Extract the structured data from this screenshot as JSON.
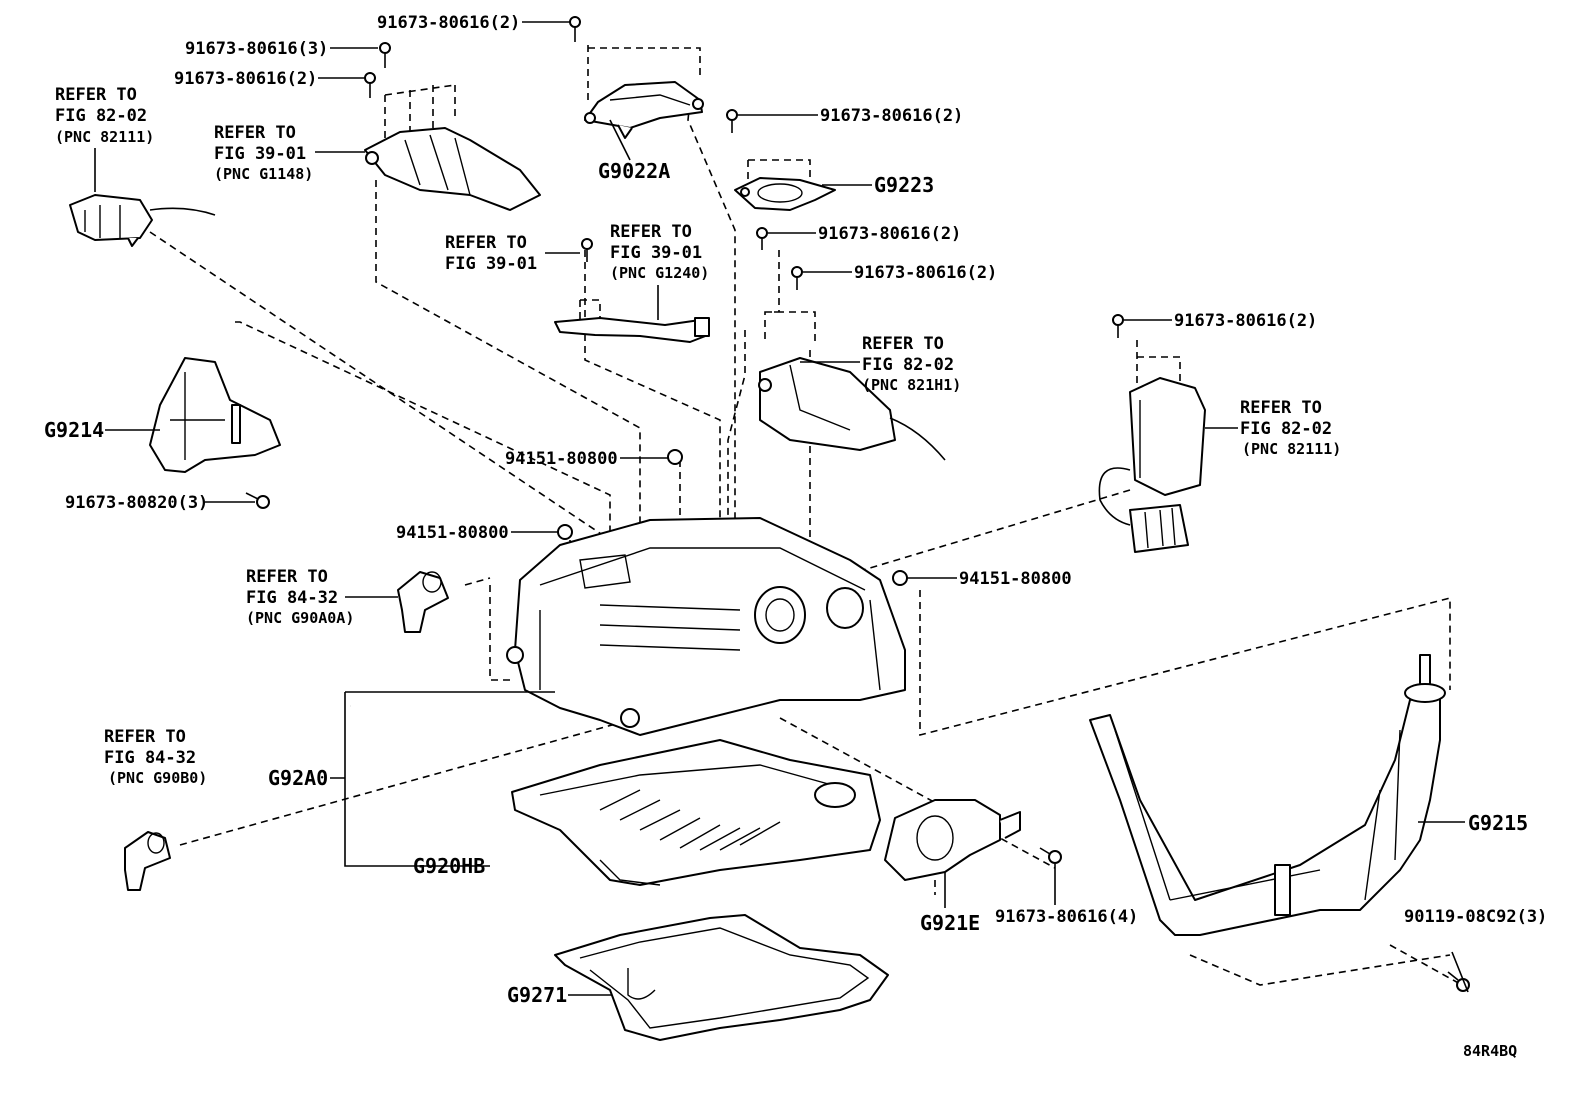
{
  "callouts": {
    "bolt_top": "91673-80616(2)",
    "bolt_a": "91673-80616(3)",
    "bolt_b": "91673-80616(2)",
    "bolt_g9223": "91673-80616(2)",
    "bolt_mid1": "91673-80616(2)",
    "bolt_mid2": "91673-80616(2)",
    "bolt_right": "91673-80616(2)",
    "bolt_g921e": "91673-80616(4)",
    "bolt_g9214": "91673-80820(3)",
    "stud_1": "94151-80800",
    "stud_2": "94151-80800",
    "stud_3": "94151-80800",
    "bolt_g9215": "90119-08C92(3)"
  },
  "parts": {
    "g9022a": "G9022A",
    "g9223": "G9223",
    "g9214": "G9214",
    "g92a0": "G92A0",
    "g920hb": "G920HB",
    "g921e": "G921E",
    "g9271": "G9271",
    "g9215": "G9215"
  },
  "refs": {
    "r1": {
      "l1": "REFER TO",
      "l2": "FIG 82-02",
      "l3": "(PNC 82111)"
    },
    "r2": {
      "l1": "REFER TO",
      "l2": "FIG 39-01",
      "l3": "(PNC G1148)"
    },
    "r3": {
      "l1": "REFER TO",
      "l2": "FIG 39-01"
    },
    "r4": {
      "l1": "REFER TO",
      "l2": "FIG 39-01",
      "l3": "(PNC G1240)"
    },
    "r5": {
      "l1": "REFER TO",
      "l2": "FIG 82-02",
      "l3": "(PNC 821H1)"
    },
    "r6": {
      "l1": "REFER TO",
      "l2": "FIG 82-02",
      "l3": "(PNC 82111)"
    },
    "r7": {
      "l1": "REFER TO",
      "l2": "FIG 84-32",
      "l3": "(PNC G90A0A)"
    },
    "r8": {
      "l1": "REFER TO",
      "l2": "FIG 84-32",
      "l3": "(PNC G90B0)"
    }
  },
  "diagram_id": "84R4BQ"
}
